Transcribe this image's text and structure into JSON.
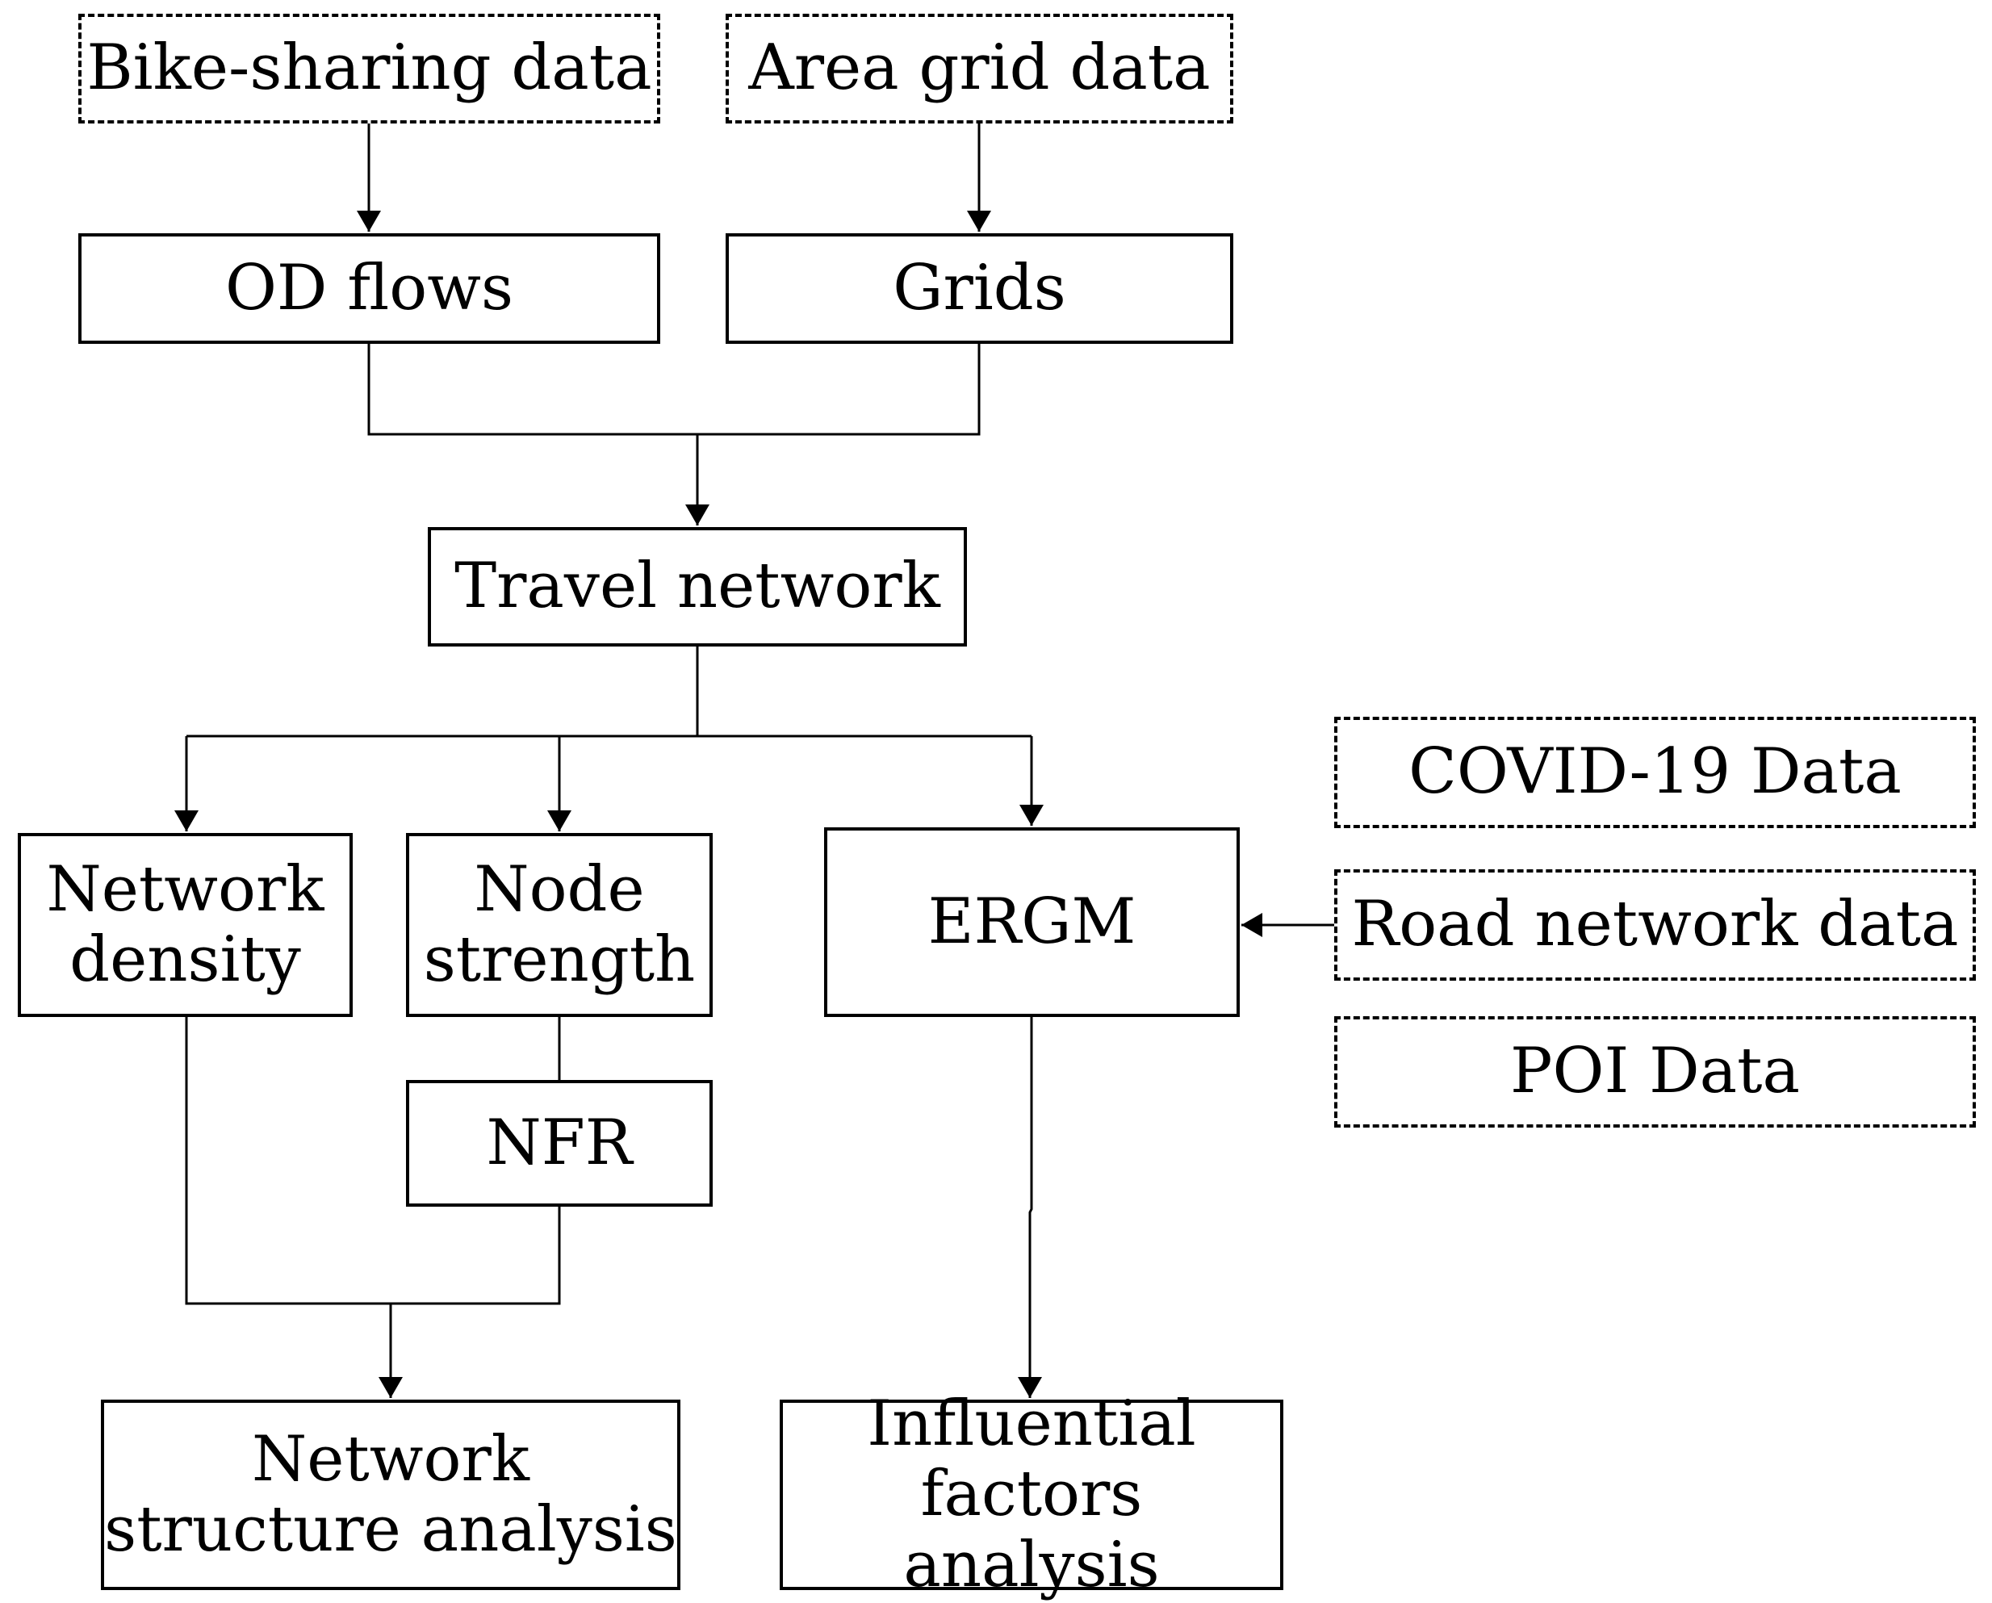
{
  "diagram": {
    "boxes": {
      "bike_sharing": "Bike-sharing data",
      "area_grid": "Area grid data",
      "od_flows": "OD flows",
      "grids": "Grids",
      "travel_network": "Travel network",
      "network_density": "Network\ndensity",
      "node_strength": "Node\nstrength",
      "nfr": "NFR",
      "ergm": "ERGM",
      "covid": "COVID-19 Data",
      "road_network": "Road network data",
      "poi": "POI Data",
      "network_structure": "Network\nstructure analysis",
      "influential_factors": "Influential\nfactors analysis"
    },
    "connections": [
      {
        "from": "bike_sharing",
        "to": "od_flows"
      },
      {
        "from": "area_grid",
        "to": "grids"
      },
      {
        "from": "od_flows",
        "to": "travel_network"
      },
      {
        "from": "grids",
        "to": "travel_network"
      },
      {
        "from": "travel_network",
        "to": "network_density"
      },
      {
        "from": "travel_network",
        "to": "node_strength"
      },
      {
        "from": "travel_network",
        "to": "ergm"
      },
      {
        "from": "node_strength",
        "to": "nfr"
      },
      {
        "from": "road_network",
        "to": "ergm"
      },
      {
        "from": "network_density",
        "to": "network_structure"
      },
      {
        "from": "nfr",
        "to": "network_structure"
      },
      {
        "from": "ergm",
        "to": "influential_factors"
      }
    ]
  }
}
